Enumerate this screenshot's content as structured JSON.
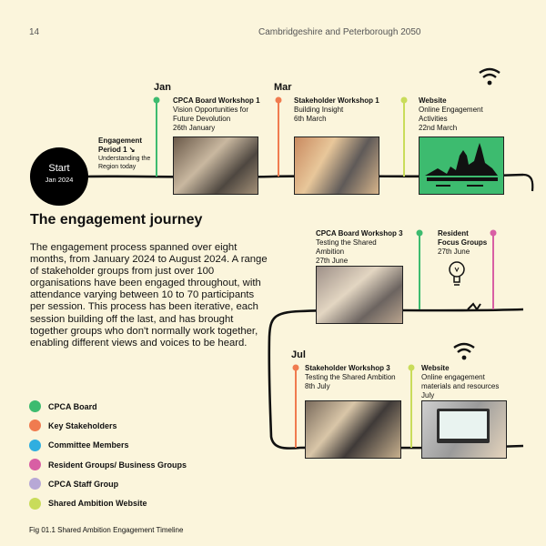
{
  "page": {
    "number": "14",
    "title": "Cambridgeshire and Peterborough 2050"
  },
  "colors": {
    "cpca_board": "#3dbb6f",
    "key_stakeholders": "#f07b4f",
    "committee_members": "#2faee0",
    "resident_groups": "#d85fa4",
    "cpca_staff": "#b7a8d6",
    "website": "#c9dc5a"
  },
  "start": {
    "label": "Start",
    "date": "Jan 2024"
  },
  "months": {
    "jan": "Jan",
    "mar": "Mar",
    "jul": "Jul"
  },
  "events": {
    "engagement_period": {
      "title_line1": "Engagement",
      "title_line2": "Period 1 ↘",
      "line1": "Understanding the",
      "line2": "Region today"
    },
    "cpca_workshop1": {
      "title": "CPCA Board Workshop 1",
      "line1": "Vision Opportunities for",
      "line2": "Future Devolution",
      "line3": "26th January"
    },
    "stakeholder_workshop1": {
      "title": "Stakeholder Workshop 1",
      "line1": "Building Insight",
      "line2": "6th March"
    },
    "website1": {
      "title": "Website",
      "line1": "Online Engagement",
      "line2": "Activities",
      "line3": "22nd March"
    },
    "cpca_workshop3": {
      "title": "CPCA Board Workshop 3",
      "line1": "Testing the Shared",
      "line2": "Ambition",
      "line3": "27th June"
    },
    "resident_focus": {
      "title_line1": "Resident",
      "title_line2": "Focus Groups",
      "line1": "27th June"
    },
    "stakeholder_workshop3": {
      "title": "Stakeholder Workshop 3",
      "line1": "Testing the Shared Ambition",
      "line2": "8th July"
    },
    "website2": {
      "title": "Website",
      "line1": "Online engagement",
      "line2": "materials and resources",
      "line3": "July"
    }
  },
  "heading": "The engagement journey",
  "body": "The engagement process spanned over eight months, from January 2024 to August 2024. A range of stakeholder groups from just over 100 organisations have been engaged throughout, with attendance varying between 10 to 70 participants per session. This process has been iterative, each session building off the last, and has brought together groups who don't normally work together, enabling different views and voices to be heard.",
  "legend": [
    {
      "label": "CPCA Board",
      "color": "#3dbb6f"
    },
    {
      "label": "Key Stakeholders",
      "color": "#f07b4f"
    },
    {
      "label": "Committee Members",
      "color": "#2faee0"
    },
    {
      "label": "Resident Groups/ Business Groups",
      "color": "#d85fa4"
    },
    {
      "label": "CPCA Staff Group",
      "color": "#b7a8d6"
    },
    {
      "label": "Shared Ambition Website",
      "color": "#c9dc5a"
    }
  ],
  "figure": {
    "number": "Fig 01.1",
    "caption": "Shared Ambition Engagement Timeline"
  }
}
